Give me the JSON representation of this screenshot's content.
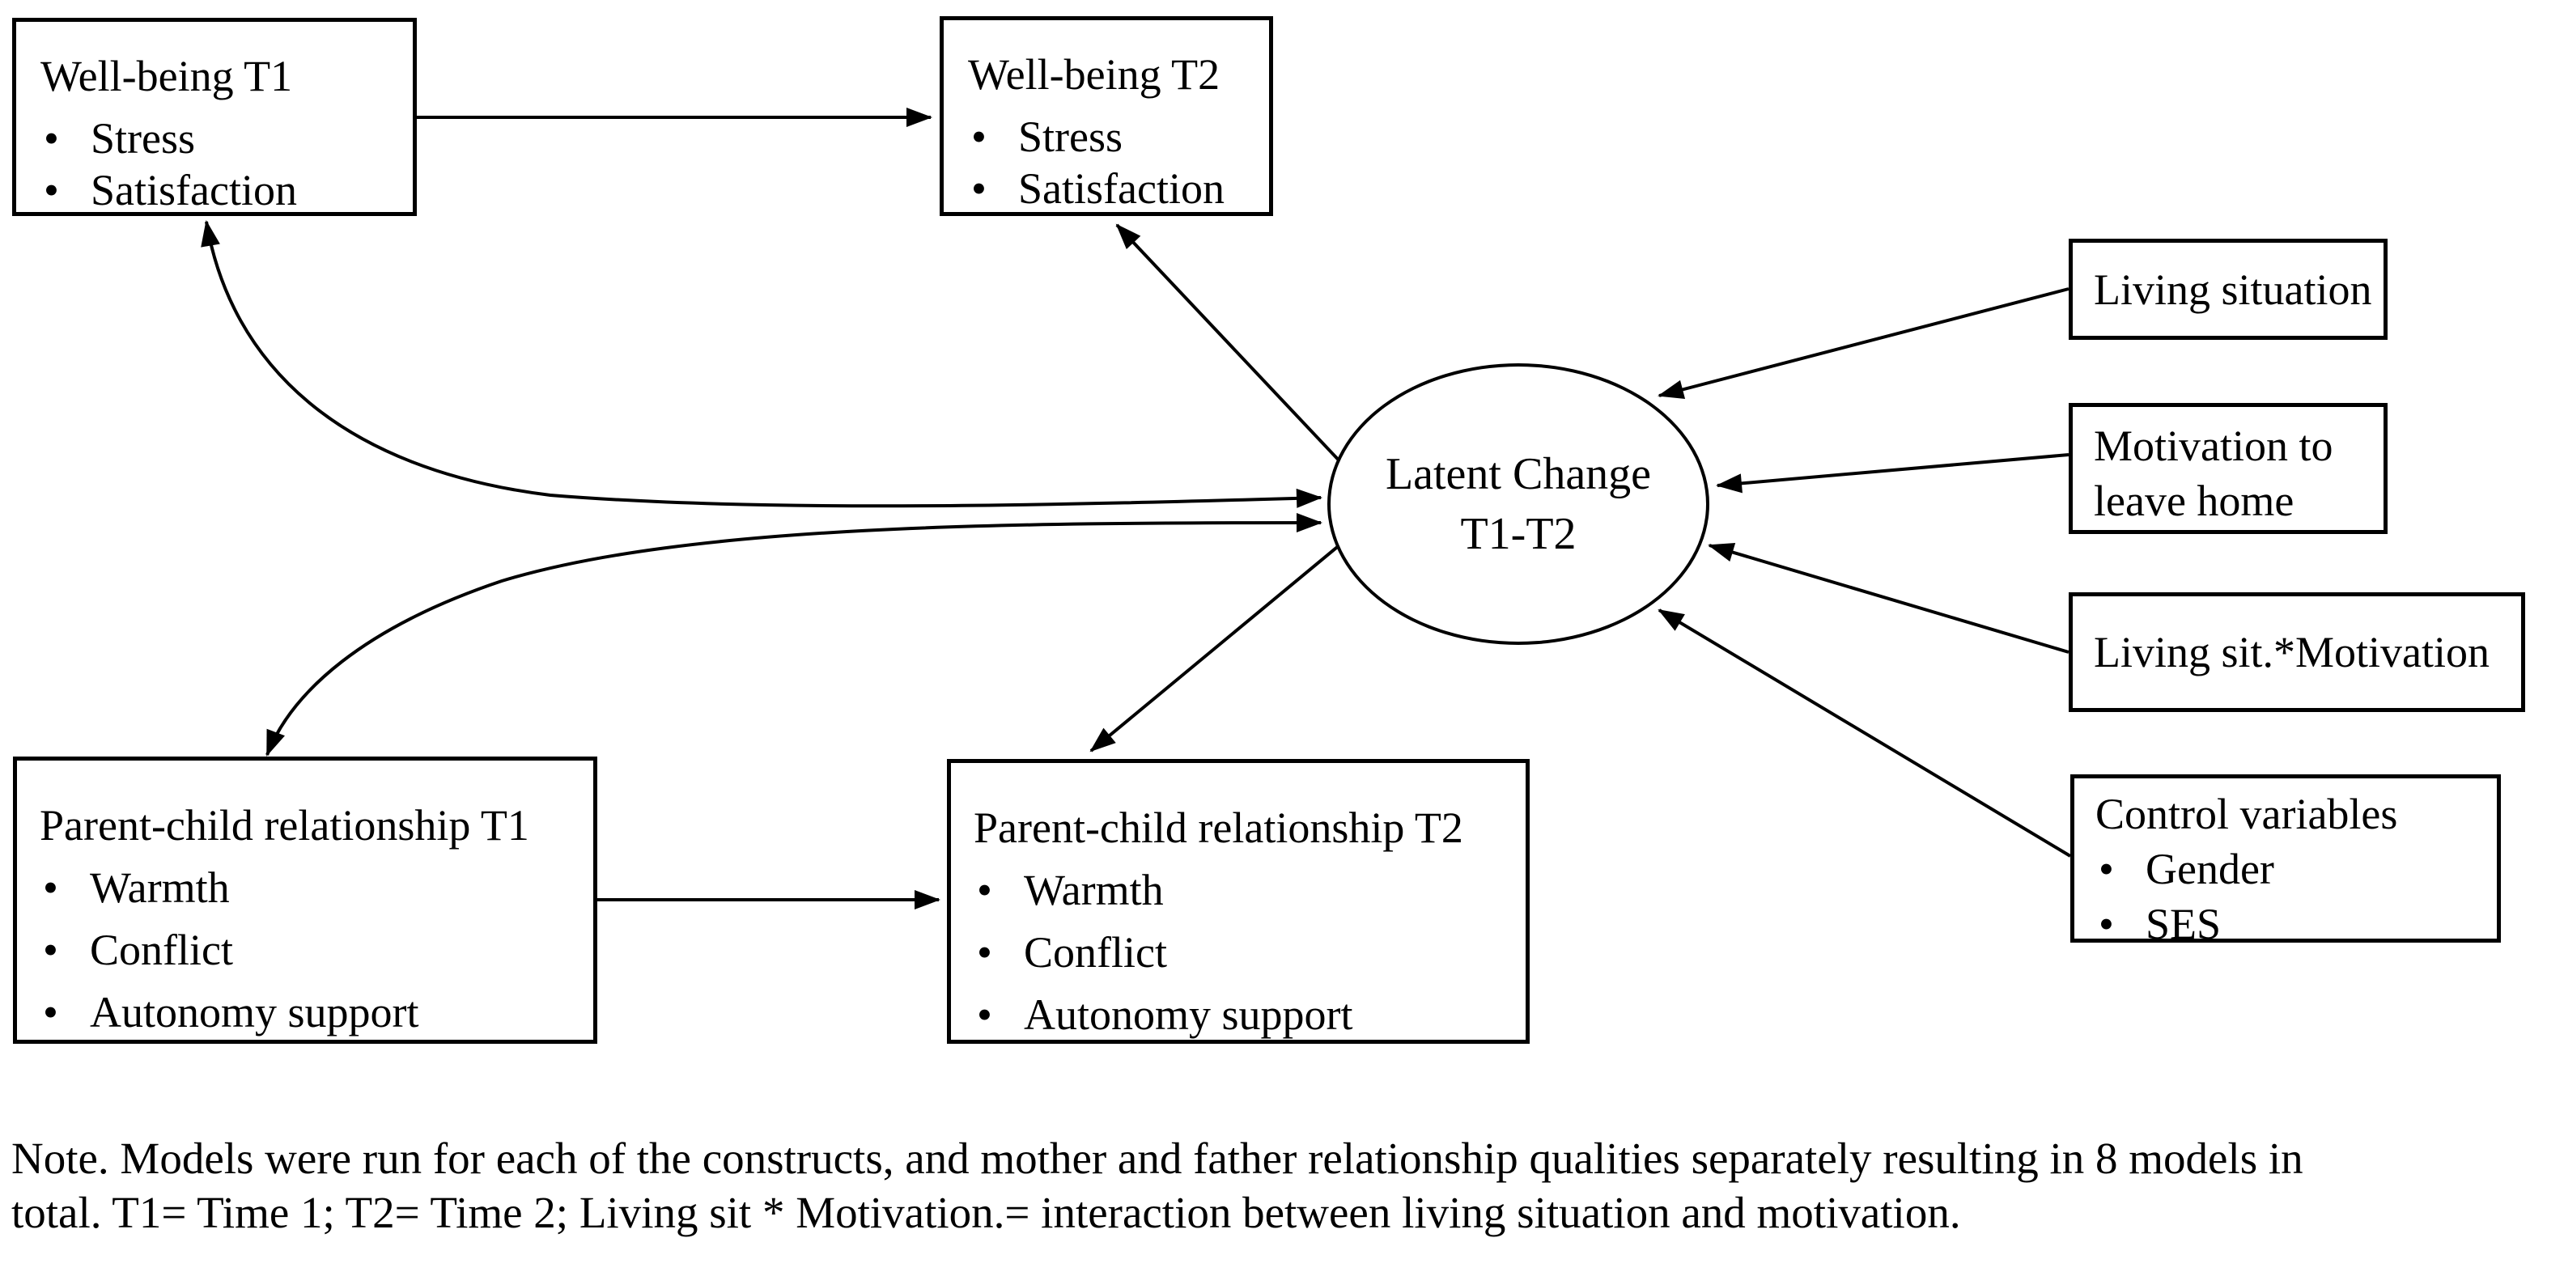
{
  "diagram": {
    "background_color": "#ffffff",
    "line_color": "#000000",
    "nodes": {
      "wellbeing_t1": {
        "title": "Well-being T1",
        "bullet_char": "•",
        "bullets": [
          "Stress",
          "Satisfaction"
        ]
      },
      "wellbeing_t2": {
        "title": "Well-being T2",
        "bullet_char": "•",
        "bullets": [
          "Stress",
          "Satisfaction"
        ]
      },
      "parent_child_t1": {
        "title": "Parent-child relationship T1",
        "bullet_char": "•",
        "bullets": [
          "Warmth",
          "Conflict",
          "Autonomy support"
        ]
      },
      "parent_child_t2": {
        "title": "Parent-child relationship T2",
        "bullet_char": "•",
        "bullets": [
          "Warmth",
          "Conflict",
          "Autonomy support"
        ]
      },
      "latent_change": {
        "line1": "Latent Change",
        "line2": "T1-T2"
      },
      "living_situation": {
        "title": "Living situation"
      },
      "motivation": {
        "line1": "Motivation to",
        "line2": "leave home"
      },
      "interaction": {
        "title": "Living sit.*Motivation"
      },
      "control": {
        "title": "Control variables",
        "bullet_char": "•",
        "bullets": [
          "Gender",
          "SES"
        ]
      }
    },
    "note": {
      "line1": "Note. Models were run for each of the constructs, and mother and father relationship qualities separately resulting in 8 models in",
      "line2": "total. T1= Time 1; T2= Time 2; Living sit * Motivation.= interaction between living situation and motivation."
    }
  }
}
